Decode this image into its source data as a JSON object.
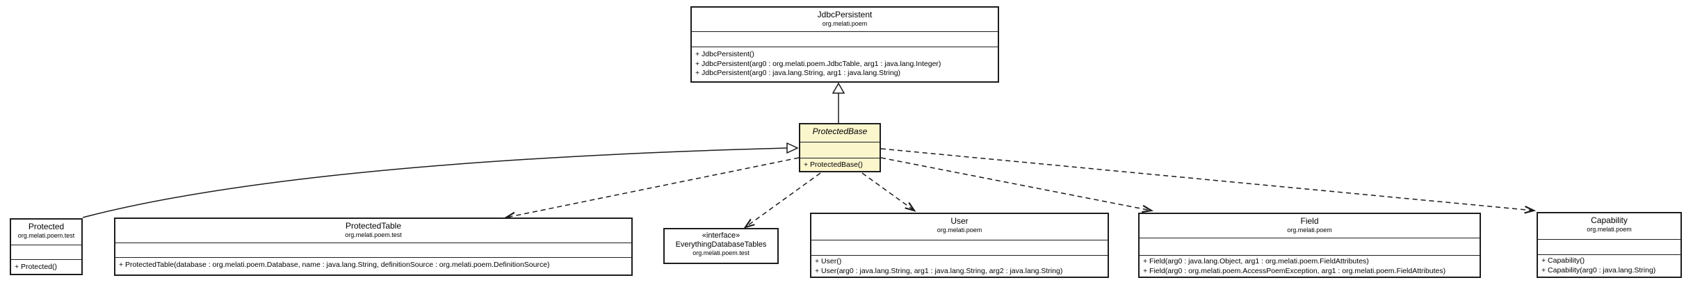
{
  "diagram": {
    "type": "uml-class-diagram",
    "colors": {
      "highlight_fill": "#fcf6cd",
      "box_fill": "#ffffff",
      "line_color": "#1a1a1a"
    },
    "classes": [
      {
        "name": "JdbcPersistent",
        "package": "org.melati.poem",
        "methods": [
          "+ JdbcPersistent()",
          "+ JdbcPersistent(arg0 : org.melati.poem.JdbcTable, arg1 : java.lang.Integer)",
          "+ JdbcPersistent(arg0 : java.lang.String, arg1 : java.lang.String)"
        ]
      },
      {
        "name": "ProtectedBase",
        "package": "",
        "abstract": true,
        "highlighted": true,
        "methods": [
          "+ ProtectedBase()"
        ]
      },
      {
        "name": "Protected",
        "package": "org.melati.poem.test",
        "methods": [
          "+ Protected()"
        ]
      },
      {
        "name": "ProtectedTable",
        "package": "org.melati.poem.test",
        "methods": [
          "+ ProtectedTable(database : org.melati.poem.Database, name : java.lang.String, definitionSource : org.melati.poem.DefinitionSource)"
        ]
      },
      {
        "name": "EverythingDatabaseTables",
        "package": "org.melati.poem.test",
        "stereotype": "«interface»",
        "methods": []
      },
      {
        "name": "User",
        "package": "org.melati.poem",
        "methods": [
          "+ User()",
          "+ User(arg0 : java.lang.String, arg1 : java.lang.String, arg2 : java.lang.String)"
        ]
      },
      {
        "name": "Field",
        "package": "org.melati.poem",
        "methods": [
          "+ Field(arg0 : java.lang.Object, arg1 : org.melati.poem.FieldAttributes)",
          "+ Field(arg0 : org.melati.poem.AccessPoemException, arg1 : org.melati.poem.FieldAttributes)"
        ]
      },
      {
        "name": "Capability",
        "package": "org.melati.poem",
        "methods": [
          "+ Capability()",
          "+ Capability(arg0 : java.lang.String)"
        ]
      }
    ],
    "relationships": [
      {
        "type": "generalization",
        "from": "ProtectedBase",
        "to": "JdbcPersistent"
      },
      {
        "type": "generalization",
        "from": "Protected",
        "to": "ProtectedBase"
      },
      {
        "type": "dependency",
        "from": "ProtectedBase",
        "to": "ProtectedTable"
      },
      {
        "type": "dependency",
        "from": "ProtectedBase",
        "to": "EverythingDatabaseTables"
      },
      {
        "type": "dependency",
        "from": "ProtectedBase",
        "to": "User"
      },
      {
        "type": "dependency",
        "from": "ProtectedBase",
        "to": "Field"
      },
      {
        "type": "dependency",
        "from": "ProtectedBase",
        "to": "Capability"
      }
    ]
  }
}
